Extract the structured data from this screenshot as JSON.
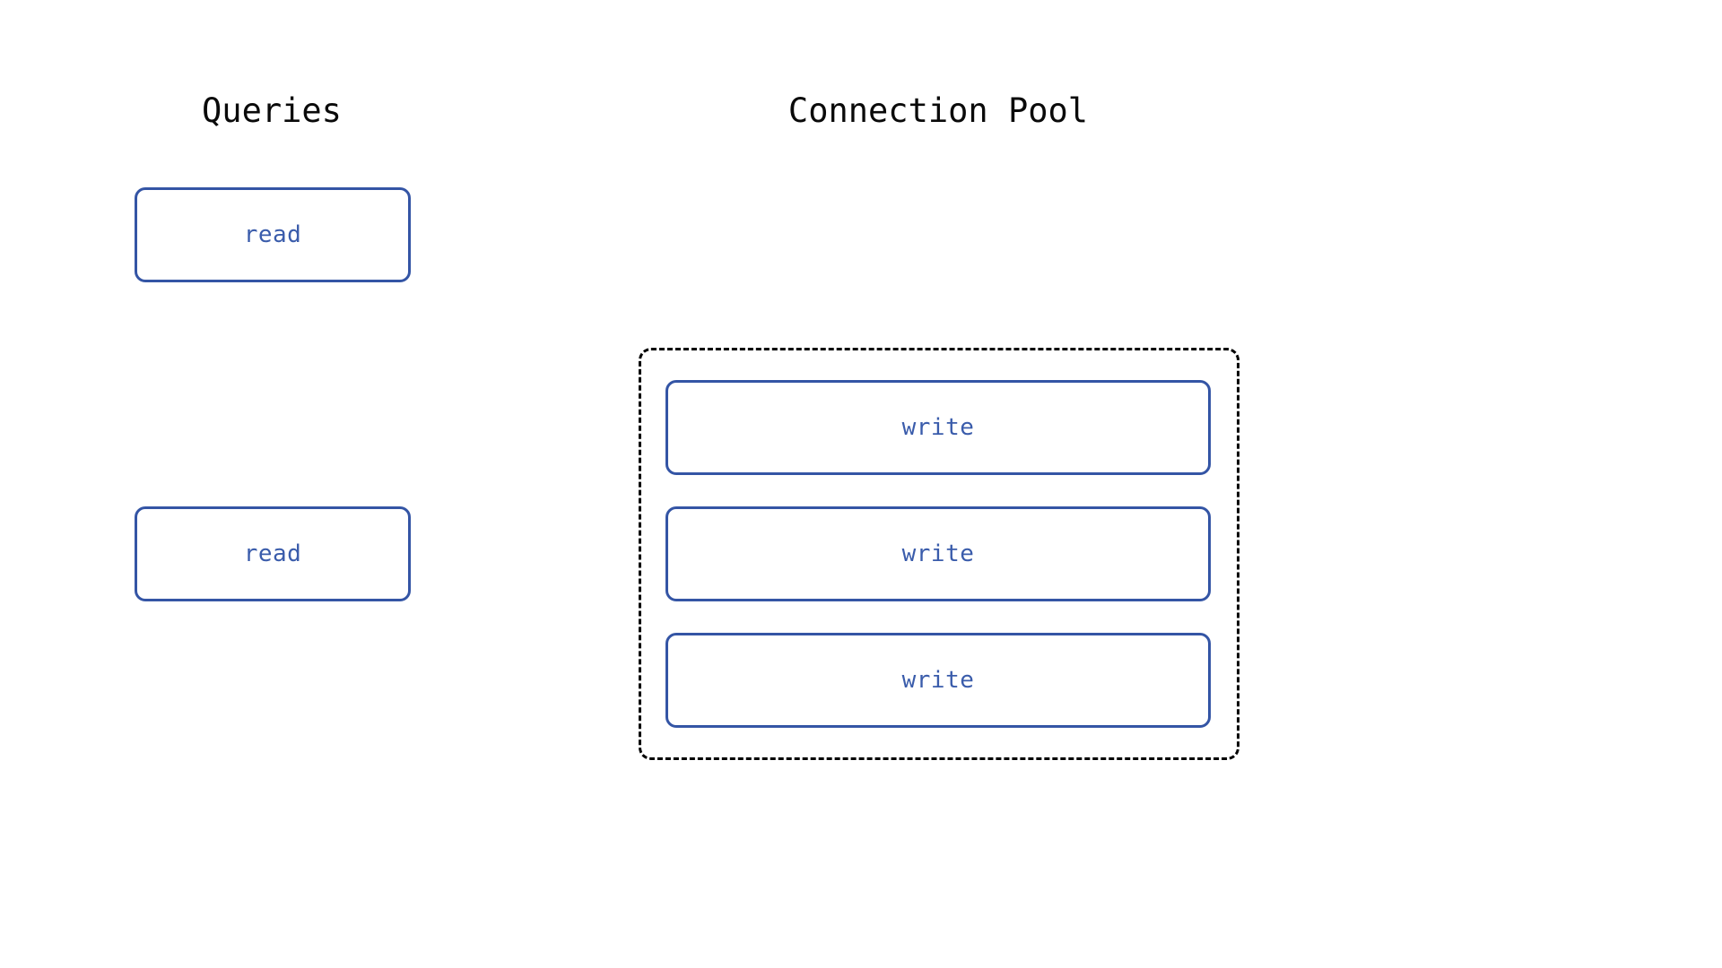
{
  "diagram": {
    "type": "architecture-diagram",
    "background_color": "#ffffff",
    "columns": [
      {
        "id": "queries",
        "title": "Queries",
        "title_color": "#0a0a0a"
      },
      {
        "id": "connection-pool",
        "title": "Connection Pool",
        "title_color": "#0a0a0a"
      }
    ],
    "queries": {
      "title": "Queries",
      "nodes": [
        {
          "label": "read",
          "style": "solid-blue-rounded"
        },
        {
          "label": "read",
          "style": "solid-blue-rounded"
        }
      ]
    },
    "connection_pool": {
      "title": "Connection Pool",
      "container_style": "dashed-black-rounded",
      "nodes": [
        {
          "label": "write",
          "style": "solid-blue-rounded"
        },
        {
          "label": "write",
          "style": "solid-blue-rounded"
        },
        {
          "label": "write",
          "style": "solid-blue-rounded"
        }
      ]
    },
    "colors": {
      "node_border": "#3455a5",
      "node_text": "#3a5cab",
      "node_fill": "#ffffff",
      "container_border": "#000000",
      "title_text": "#0a0a0a"
    }
  }
}
